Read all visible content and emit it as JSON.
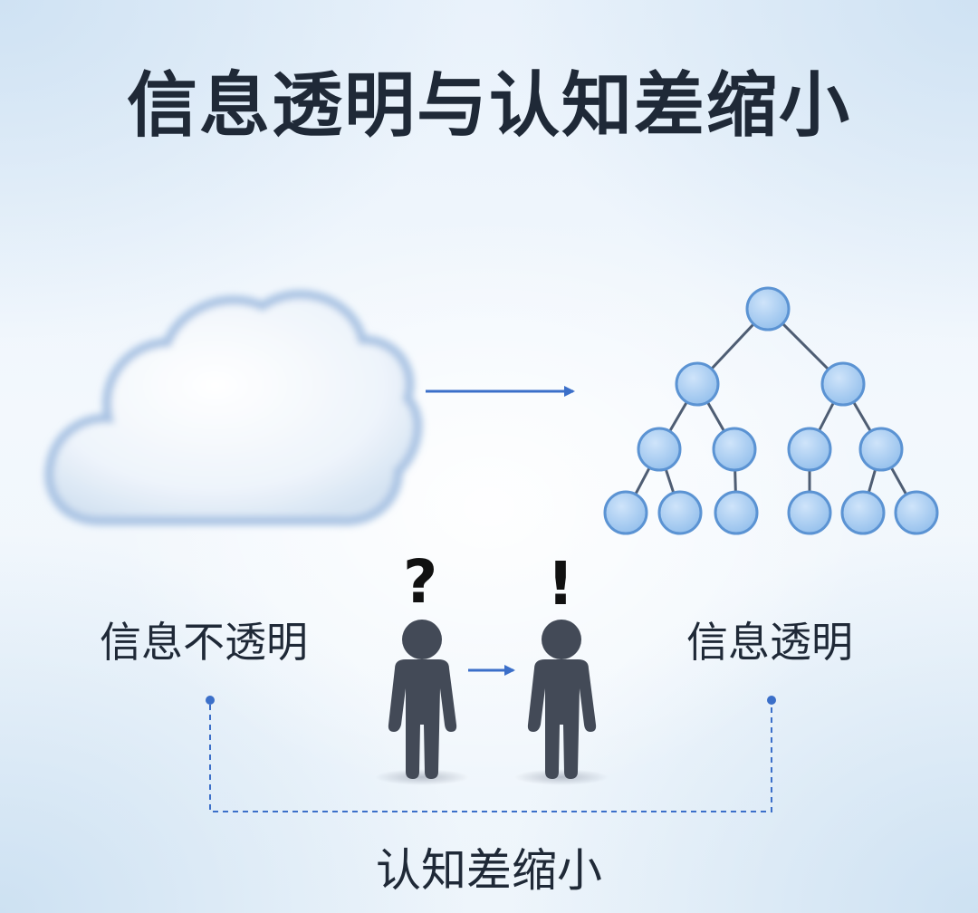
{
  "title": "信息透明与认知差缩小",
  "left_label": "信息不透明",
  "right_label": "信息透明",
  "bottom_label": "认知差缩小",
  "person_left_mark": "?",
  "person_right_mark": "!",
  "icons": {
    "cloud": "cloud-icon",
    "tree": "hierarchy-tree-icon",
    "person": "person-icon",
    "arrow": "arrow-right-icon"
  },
  "colors": {
    "title": "#1f2937",
    "accent_blue": "#3b6fc9",
    "node_fill": "#a9cdf2",
    "node_stroke": "#5b93d3",
    "person": "#434a57"
  }
}
